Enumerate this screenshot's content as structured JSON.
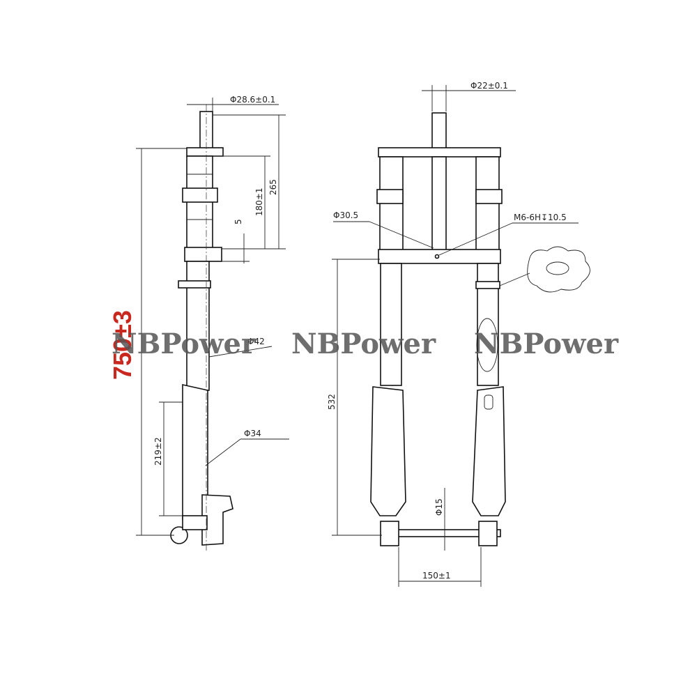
{
  "dimensions": {
    "steerer_side": "Φ28.6±0.1",
    "height_265": "265",
    "height_180": "180±1",
    "gap_5": "5",
    "overall_length": "750±3",
    "upper_tube": "Φ42",
    "lower_tube": "Φ34",
    "travel_219": "219±2",
    "steerer_front": "Φ22±0.1",
    "crown_bore": "Φ30.5",
    "thread": "M6-6H↧10.5",
    "axle_to_crown": "532",
    "axle": "Φ15",
    "hub_width": "150±1"
  },
  "watermark": [
    "NBPower",
    "NBPower",
    "NBPower"
  ],
  "colors": {
    "line": "#111111",
    "highlight": "#c8281e",
    "watermark": "#555555"
  }
}
